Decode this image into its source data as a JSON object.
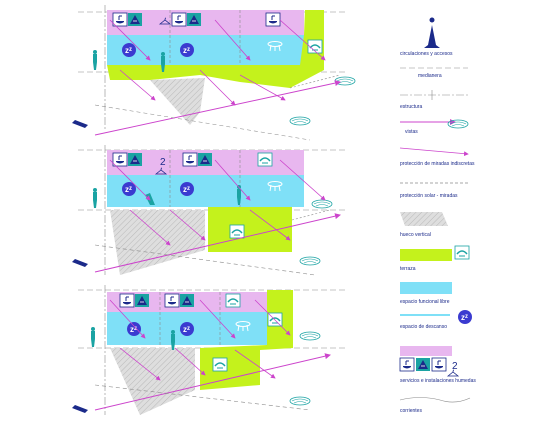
{
  "colors": {
    "pink": "#e8b7ef",
    "cyan": "#7fe0f7",
    "lime": "#c4f21c",
    "gray": "#d6d6d6",
    "magenta": "#cc44cc",
    "navy": "#1b2a8a",
    "teal": "#1aa3a3",
    "line": "#8a8a8a"
  },
  "legend": {
    "items": [
      {
        "id": "circulaciones",
        "label": "circulaciones y accesos"
      },
      {
        "id": "medianera",
        "label": "medianera"
      },
      {
        "id": "estructura",
        "label": "estructura"
      },
      {
        "id": "vistas",
        "label": "vistas"
      },
      {
        "id": "miradas",
        "label": "protección de miradas indiscretas"
      },
      {
        "id": "solar",
        "label": "protección solar - miradas"
      },
      {
        "id": "hueco",
        "label": "hueco vertical"
      },
      {
        "id": "terraza",
        "label": "terraza"
      },
      {
        "id": "libre",
        "label": "espacio funcional libre"
      },
      {
        "id": "descanso",
        "label": "espacio de descanso"
      },
      {
        "id": "servicios",
        "label": "servicios e instalaciones humedas"
      },
      {
        "id": "corrientes",
        "label": "corrientes"
      }
    ]
  },
  "icons": [
    "sink-icon",
    "shower-icon",
    "laundry-icon",
    "sleep-icon",
    "person-icon",
    "table-icon",
    "terrace-icon",
    "cloud-icon"
  ]
}
